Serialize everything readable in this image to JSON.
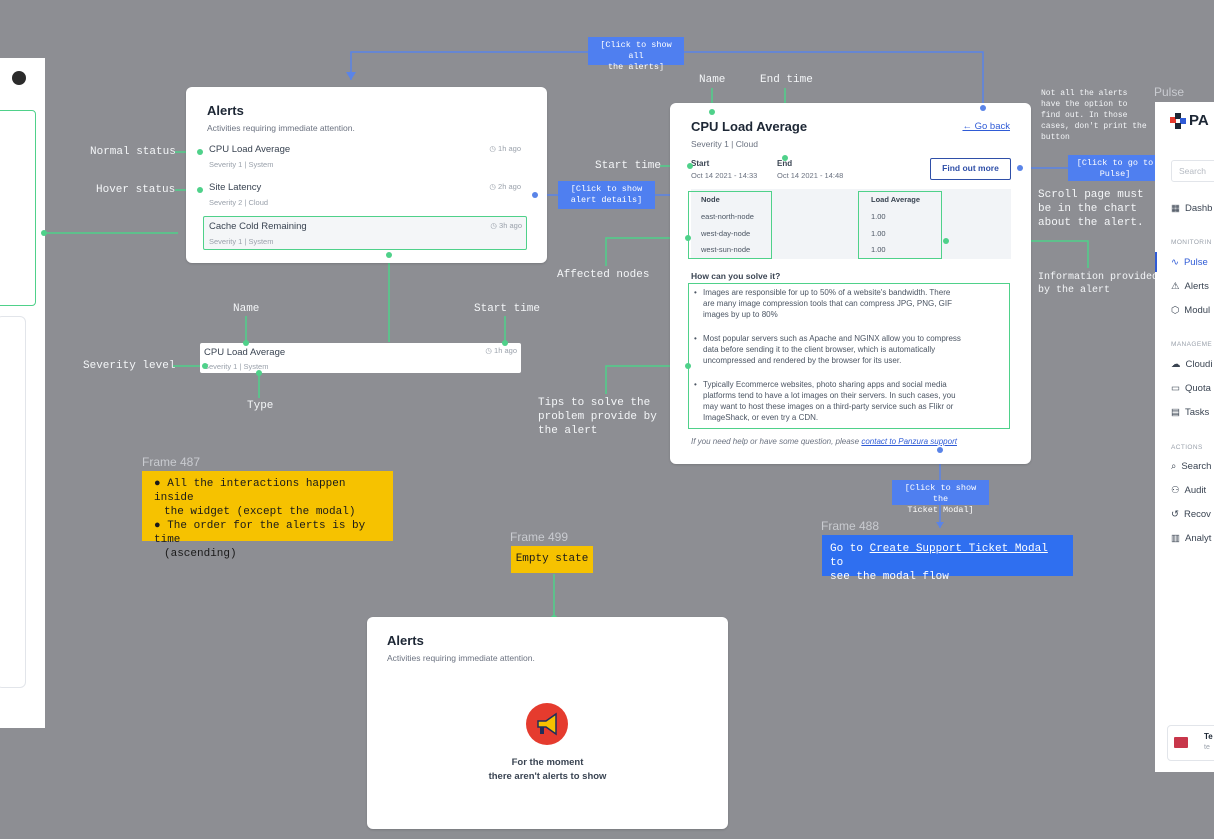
{
  "annotations": {
    "normal_status": "Normal status",
    "hover_status": "Hover status",
    "name_top": "Name",
    "end_time": "End time",
    "start_time_right": "Start time",
    "affected_nodes": "Affected nodes",
    "tips_line1": "Tips to solve the",
    "tips_line2": "problem provide by",
    "tips_line3": "the alert",
    "name_mid": "Name",
    "start_time_mid": "Start time",
    "severity_level": "Severity level",
    "type": "Type",
    "not_all_l1": "Not all the alerts",
    "not_all_l2": "have the option to",
    "not_all_l3": "find out. In those",
    "not_all_l4": "cases, don't print the",
    "not_all_l5": "button",
    "scroll_l1": "Scroll page must",
    "scroll_l2": "be in the chart",
    "scroll_l3": "about the alert.",
    "info_l1": "Information provided",
    "info_l2": "by the alert"
  },
  "blue_buttons": {
    "show_all_l1": "[Click to show all",
    "show_all_l2": "the alerts]",
    "show_details_l1": "[Click to show",
    "show_details_l2": "alert details]",
    "go_pulse_l1": "[Click to go to",
    "go_pulse_l2": "Pulse]",
    "ticket_l1": "[Click to show the",
    "ticket_l2": "Ticket Modal]"
  },
  "alerts_widget": {
    "title": "Alerts",
    "subtitle": "Activities requiring immediate attention.",
    "rows": [
      {
        "name": "CPU Load Average",
        "meta": "Severity 1 | System",
        "time": "1h ago"
      },
      {
        "name": "Site Latency",
        "meta": "Severity 2 | Cloud",
        "time": "2h ago"
      },
      {
        "name": "Cache Cold Remaining",
        "meta": "Severity 1 | System",
        "time": "3h ago"
      }
    ]
  },
  "single_row": {
    "name": "CPU Load Average",
    "meta": "Severity 1 | System",
    "time": "1h ago"
  },
  "frame487": {
    "label": "Frame 487",
    "bullet1_l1": "All the interactions happen inside",
    "bullet1_l2": "the widget (except the modal)",
    "bullet2_l1": "The order for the alerts is by time",
    "bullet2_l2": "(ascending)"
  },
  "frame499": {
    "label": "Frame 499",
    "tag": "Empty state"
  },
  "frame488": {
    "label": "Frame 488",
    "text_pre": "Go to ",
    "link": "Create Support Ticket Modal",
    "text_post": " to",
    "line2": "see the modal flow"
  },
  "empty_widget": {
    "title": "Alerts",
    "subtitle": "Activities requiring immediate attention.",
    "msg1": "For the moment",
    "msg2": "there aren't alerts to show"
  },
  "detail": {
    "title": "CPU Load Average",
    "meta": "Severity 1 | Cloud",
    "go_back": "← Go back",
    "start_label": "Start",
    "start_value": "Oct 14 2021 - 14:33",
    "end_label": "End",
    "end_value": "Oct 14 2021 - 14:48",
    "find_out": "Find out more",
    "table": {
      "col1": "Node",
      "col2": "Load Average",
      "rows": [
        {
          "node": "east-north-node",
          "load": "1.00"
        },
        {
          "node": "west-day-node",
          "load": "1.00"
        },
        {
          "node": "west-sun-node",
          "load": "1.00"
        }
      ]
    },
    "solve_title": "How can you solve it?",
    "tip1_l1": "Images are responsible for up to 50% of a website's bandwidth. There",
    "tip1_l2": "are many image compression tools that can compress JPG, PNG, GIF",
    "tip1_l3": "images by up to 80%",
    "tip2_l1": "Most popular servers such as Apache and NGINX allow you to compress",
    "tip2_l2": "data before sending it to the client browser, which is automatically",
    "tip2_l3": "uncompressed and rendered by the browser for its user.",
    "tip3_l1": "Typically Ecommerce websites, photo sharing apps and social media",
    "tip3_l2": "platforms tend to have a lot images on their servers. In such cases, you",
    "tip3_l3": "may want to host these images on a third-party service such as Flikr or",
    "tip3_l4": "ImageShack, or even try a CDN.",
    "help_pre": "If you need help or have some question, please ",
    "help_link": "contact to Panzura support"
  },
  "pulse": {
    "frame_label": "Pulse",
    "logo": "PA",
    "search_placeholder": "Search",
    "dashboard": "Dashb",
    "sec_monitoring": "MONITORIN",
    "pulse": "Pulse",
    "alerts": "Alerts",
    "modules": "Modul",
    "sec_management": "MANAGEME",
    "cloud": "Cloudi",
    "quota": "Quota",
    "tasks": "Tasks",
    "sec_actions": "ACTIONS",
    "search": "Search",
    "audit": "Audit",
    "recover": "Recov",
    "analytics": "Analyt",
    "user_initials": "Te",
    "user_sub": "te"
  },
  "colors": {
    "annotation_green": "#4fd18a",
    "link_blue": "#5a84e8",
    "note_yellow": "#f6c200",
    "note_blue": "#2f6ff0"
  }
}
